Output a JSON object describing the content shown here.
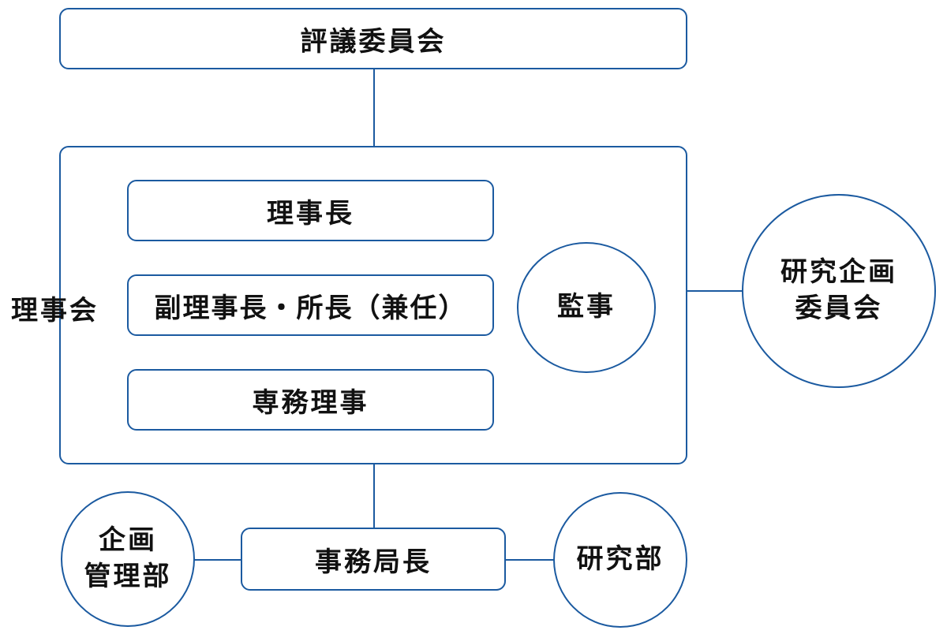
{
  "diagram": {
    "colors": {
      "line": "#1b5aa0",
      "text": "#111111",
      "fill": "#ffffff"
    },
    "council": "評議委員会",
    "board": {
      "label": "理事会",
      "chair": "理事長",
      "vice_chair": "副理事長・所長（兼任）",
      "executive_director": "専務理事",
      "auditor": "監事"
    },
    "research_committee": {
      "line1": "研究企画",
      "line2": "委員会"
    },
    "secretary_general": "事務局長",
    "planning_dept": {
      "line1": "企画",
      "line2": "管理部"
    },
    "research_dept": "研究部"
  }
}
